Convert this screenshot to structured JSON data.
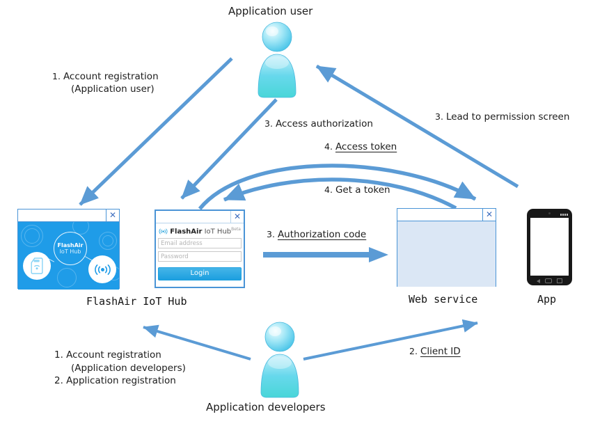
{
  "user": {
    "label": "Application user"
  },
  "developers": {
    "label": "Application developers"
  },
  "hub_window": {
    "splash_line1": "FlashAir",
    "splash_line2": "IoT Hub",
    "close_glyph": "✕",
    "caption": "FlashAir IoT Hub"
  },
  "login_window": {
    "brand_primary": "FlashAir",
    "brand_secondary": " IoT Hub",
    "brand_badge": "Beta",
    "email_placeholder": "Email address",
    "password_placeholder": "Password",
    "login_label": "Login",
    "close_glyph": "✕"
  },
  "web_service": {
    "caption": "Web service",
    "close_glyph": "✕"
  },
  "app": {
    "caption": "App"
  },
  "flows": {
    "account_registration_user": {
      "num": "1.",
      "line1": "Account registration",
      "line2": "(Application user)"
    },
    "access_authorization": {
      "num": "3.",
      "text": "Access authorization"
    },
    "lead_to_permission": {
      "num": "3.",
      "text": "Lead to permission screen"
    },
    "access_token": {
      "num": "4.",
      "text": "Access token"
    },
    "get_a_token": {
      "num": "4.",
      "text": "Get a token"
    },
    "authorization_code": {
      "num": "3.",
      "text": "Authorization code"
    },
    "client_id": {
      "num": "2.",
      "text": "Client ID"
    },
    "developer_steps": {
      "line1": "1. Account registration",
      "line2": "(Application developers)",
      "line3": "2. Application registration"
    }
  },
  "colors": {
    "arrow_blue": "#5b9bd5",
    "window_border_blue": "#4a94d6",
    "hub_blue": "#1f9ce8",
    "web_service_fill": "#dbe7f5",
    "login_button_blue": "#29abe2",
    "close_x_blue": "#3f6fbf"
  }
}
